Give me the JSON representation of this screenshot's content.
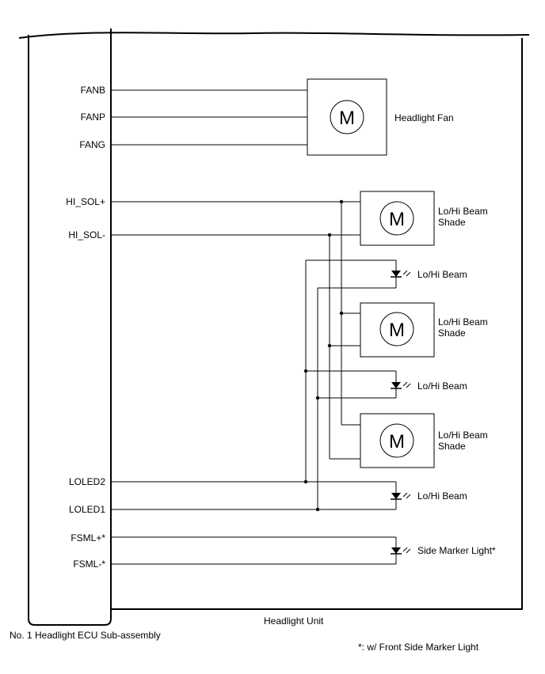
{
  "ecu": {
    "name": "No. 1 Headlight ECU Sub-assembly",
    "pins": {
      "fanb": "FANB",
      "fanp": "FANP",
      "fang": "FANG",
      "hi_sol_plus": "HI_SOL+",
      "hi_sol_minus": "HI_SOL-",
      "loled2": "LOLED2",
      "loled1": "LOLED1",
      "fsml_plus": "FSML+*",
      "fsml_minus": "FSML-*"
    }
  },
  "unit": {
    "name": "Headlight Unit"
  },
  "components": {
    "fan_label": "Headlight Fan",
    "motor_symbol": "M",
    "shade_label": "Lo/Hi Beam\nShade",
    "shade_label_line1": "Lo/Hi Beam",
    "shade_label_line2": "Shade",
    "beam_label": "Lo/Hi Beam",
    "side_marker_label": "Side Marker Light*"
  },
  "footnote": "*: w/ Front Side Marker Light"
}
